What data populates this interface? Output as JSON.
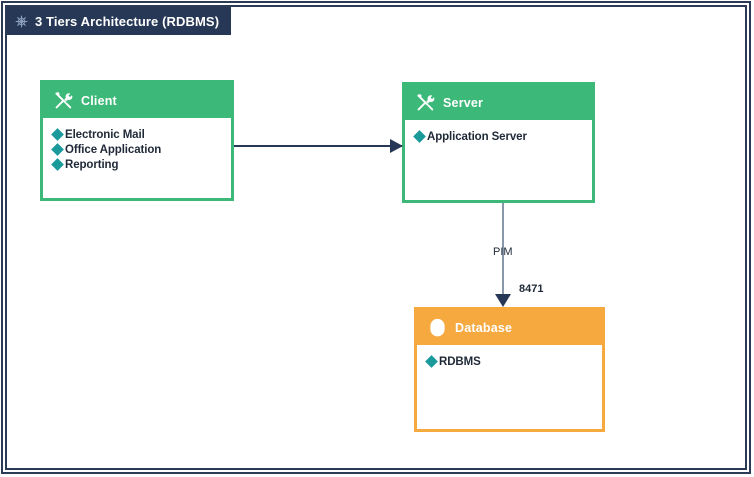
{
  "window": {
    "title": "3 Tiers Architecture (RDBMS)",
    "title_icon": "asterisk-icon",
    "frame_color": "#2b3a55",
    "title_bar_color": "#263855"
  },
  "diagram": {
    "nodes": [
      {
        "id": "client",
        "title": "Client",
        "icon": "tools-icon",
        "color": "#3cb878",
        "items": [
          "Electronic Mail",
          "Office Application",
          "Reporting"
        ]
      },
      {
        "id": "server",
        "title": "Server",
        "icon": "tools-icon",
        "color": "#3cb878",
        "items": [
          "Application Server"
        ]
      },
      {
        "id": "database",
        "title": "Database",
        "icon": "database-icon",
        "color": "#f5a93f",
        "items": [
          "RDBMS"
        ]
      }
    ],
    "connectors": [
      {
        "id": "client-to-server",
        "from": "client",
        "to": "server",
        "direction": "right",
        "label": "",
        "color": "#263855"
      },
      {
        "id": "server-to-database",
        "from": "server",
        "to": "database",
        "direction": "down",
        "label": "PIM",
        "port": "8471",
        "color": "#8a98ab"
      }
    ],
    "bullet_color": "#1a9a9a"
  }
}
